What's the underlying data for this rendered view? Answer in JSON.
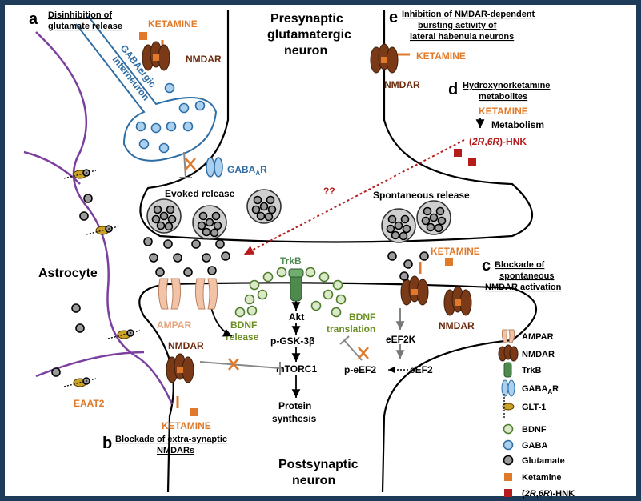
{
  "sections": {
    "a": {
      "letter": "a",
      "title_line1": "Disinhibition of",
      "title_line2": "glutamate release"
    },
    "b": {
      "letter": "b",
      "title_line1": "Blockade of extra-synaptic",
      "title_line2": "NMDARs"
    },
    "c": {
      "letter": "c",
      "title_line1": "Blockade of",
      "title_line2": "spontaneous",
      "title_line3": "NMDAR activation"
    },
    "d": {
      "letter": "d",
      "title_line1": "Hydroxynorketamine",
      "title_line2": "metabolites"
    },
    "e": {
      "letter": "e",
      "title_line1": "Inhibition of NMDAR-dependent",
      "title_line2": "bursting activity of",
      "title_line3": "lateral habenula neurons"
    }
  },
  "labels": {
    "presynaptic_line1": "Presynaptic",
    "presynaptic_line2": "glutamatergic",
    "presynaptic_line3": "neuron",
    "postsynaptic_line1": "Postsynaptic",
    "postsynaptic_line2": "neuron",
    "gaba_interneuron_line1": "GABAergic",
    "gaba_interneuron_line2": "interneuron",
    "astrocyte": "Astrocyte",
    "evoked_release": "Evoked release",
    "spontaneous_release": "Spontaneous release",
    "gabaar": "GABA",
    "gabaar_sub": "A",
    "gabaar_r": "R",
    "ketamine": "KETAMINE",
    "nmdar": "NMDAR",
    "ampar": "AMPAR",
    "trkb": "TrkB",
    "akt": "Akt",
    "pgsk": "p-GSK-3β",
    "mtorc1": "mTORC1",
    "protein_line1": "Protein",
    "protein_line2": "synthesis",
    "bdnf_release_line1": "BDNF",
    "bdnf_release_line2": "release",
    "bdnf_translation_line1": "BDNF",
    "bdnf_translation_line2": "translation",
    "eef2k": "eEF2K",
    "peef2": "p-eEF2",
    "eef2": "eEF2",
    "metabolism": "Metabolism",
    "hnk_open": "(",
    "hnk_2r": "2R",
    "hnk_comma": ",",
    "hnk_6r": "6R",
    "hnk_close": ")-HNK",
    "question": "??",
    "eaat2": "EAAT2"
  },
  "legend": {
    "items": [
      {
        "label": "AMPAR"
      },
      {
        "label": "NMDAR"
      },
      {
        "label": "TrkB"
      },
      {
        "label": "GABAAR"
      },
      {
        "label": "GLT-1"
      },
      {
        "label": "BDNF"
      },
      {
        "label": "GABA"
      },
      {
        "label": "Glutamate"
      },
      {
        "label": "Ketamine"
      },
      {
        "label": "(2R,6R)-HNK"
      }
    ]
  },
  "colors": {
    "frame": "#1f3b5a",
    "ketamine": "#e07a2a",
    "nmdar": "#7a3a18",
    "ampar": "#f2c3a6",
    "trkb": "#4e8a4e",
    "bdnf_fill": "#dbe9c8",
    "bdnf_stroke": "#4e7d2e",
    "gaba_fill": "#a9d0ef",
    "gaba_stroke": "#2f6ea5",
    "glutamate_fill": "#9a9a9a",
    "hnk": "#b51c1c",
    "astrocyte": "#7b3fa0",
    "interneuron": "#2f6ea5"
  }
}
